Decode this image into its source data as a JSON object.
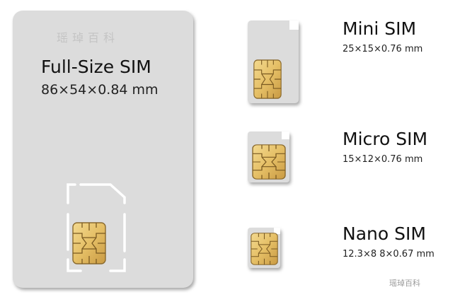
{
  "watermark": "瑶琸百科",
  "corner_mark": "瑶琸百科",
  "cards": [
    {
      "name": "Full-Size SIM",
      "dims": "86×54×0.84 mm"
    },
    {
      "name": "Mini SIM",
      "dims": "25×15×0.76 mm"
    },
    {
      "name": "Micro SIM",
      "dims": "15×12×0.76 mm"
    },
    {
      "name": "Nano SIM",
      "dims": "12.3×8 8×0.67 mm"
    }
  ],
  "colors": {
    "card_body": "#dcdcdc",
    "chip_gold": "#e8c46e",
    "chip_line": "#8a6a2e",
    "outline": "#ffffff",
    "background": "#ffffff",
    "text": "#111111"
  }
}
